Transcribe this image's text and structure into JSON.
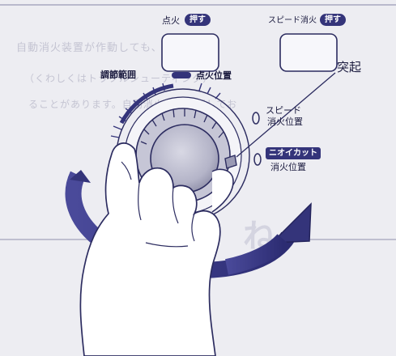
{
  "page": {
    "background_color": "#ededf2",
    "accent_color": "#34347a",
    "ink_color": "#1a1a3e"
  },
  "buttons": {
    "ignite": {
      "name": "点火",
      "action": "押す"
    },
    "speed_extinguish": {
      "name": "スピード消火",
      "action": "押す"
    }
  },
  "dial": {
    "range_label": "調節範囲",
    "ignite_position_label": "点火位置",
    "speed_extinguish_position_label": [
      "スピード",
      "消火位置"
    ],
    "odor_cut_badge": "ニオイカット",
    "odor_cut_position_label": "消火位置",
    "protrusion_callout": "突起"
  },
  "background_text": {
    "line1": "自動消火装置が作動しても、火が完全に",
    "line2": "（くわしくはトラブルシューティング）",
    "line3": "ることがあります。自動消火後は確認してお"
  }
}
